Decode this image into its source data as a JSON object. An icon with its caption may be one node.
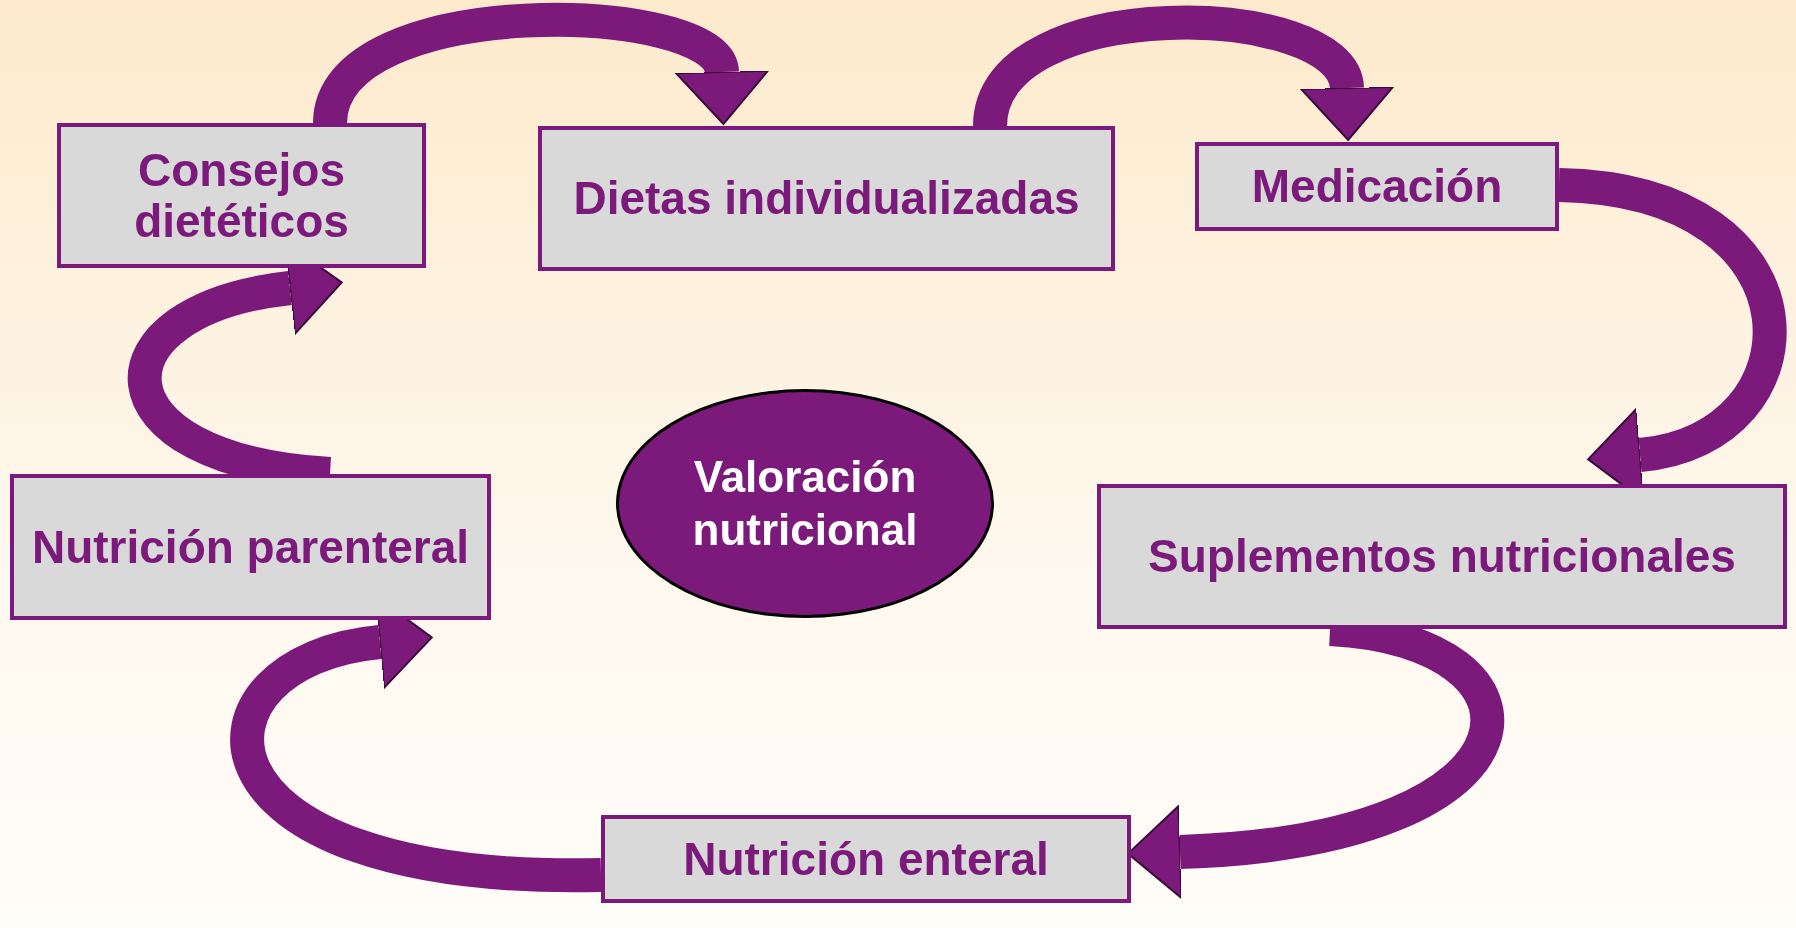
{
  "diagram": {
    "nodes": [
      {
        "text": [
          "Consejos dietéticos"
        ]
      },
      {
        "text": [
          "Dietas individualizadas"
        ]
      },
      {
        "text": [
          "Medicación"
        ]
      },
      {
        "text": [
          "Valoración nutricional"
        ]
      },
      {
        "text": [
          "Nutrición parenteral"
        ]
      },
      {
        "text": [
          "Suplementos nutricionales"
        ]
      },
      {
        "text": [
          "Nutrición enteral"
        ]
      }
    ],
    "edges": [
      {
        "from": 0,
        "to": 1,
        "arrow": "to"
      },
      {
        "from": 1,
        "to": 2,
        "arrow": "to"
      },
      {
        "from": 2,
        "to": 5,
        "arrow": "to"
      },
      {
        "from": 5,
        "to": 6,
        "arrow": "to"
      },
      {
        "from": 6,
        "to": 4,
        "arrow": "to"
      },
      {
        "from": 4,
        "to": 0,
        "arrow": "to"
      }
    ]
  }
}
